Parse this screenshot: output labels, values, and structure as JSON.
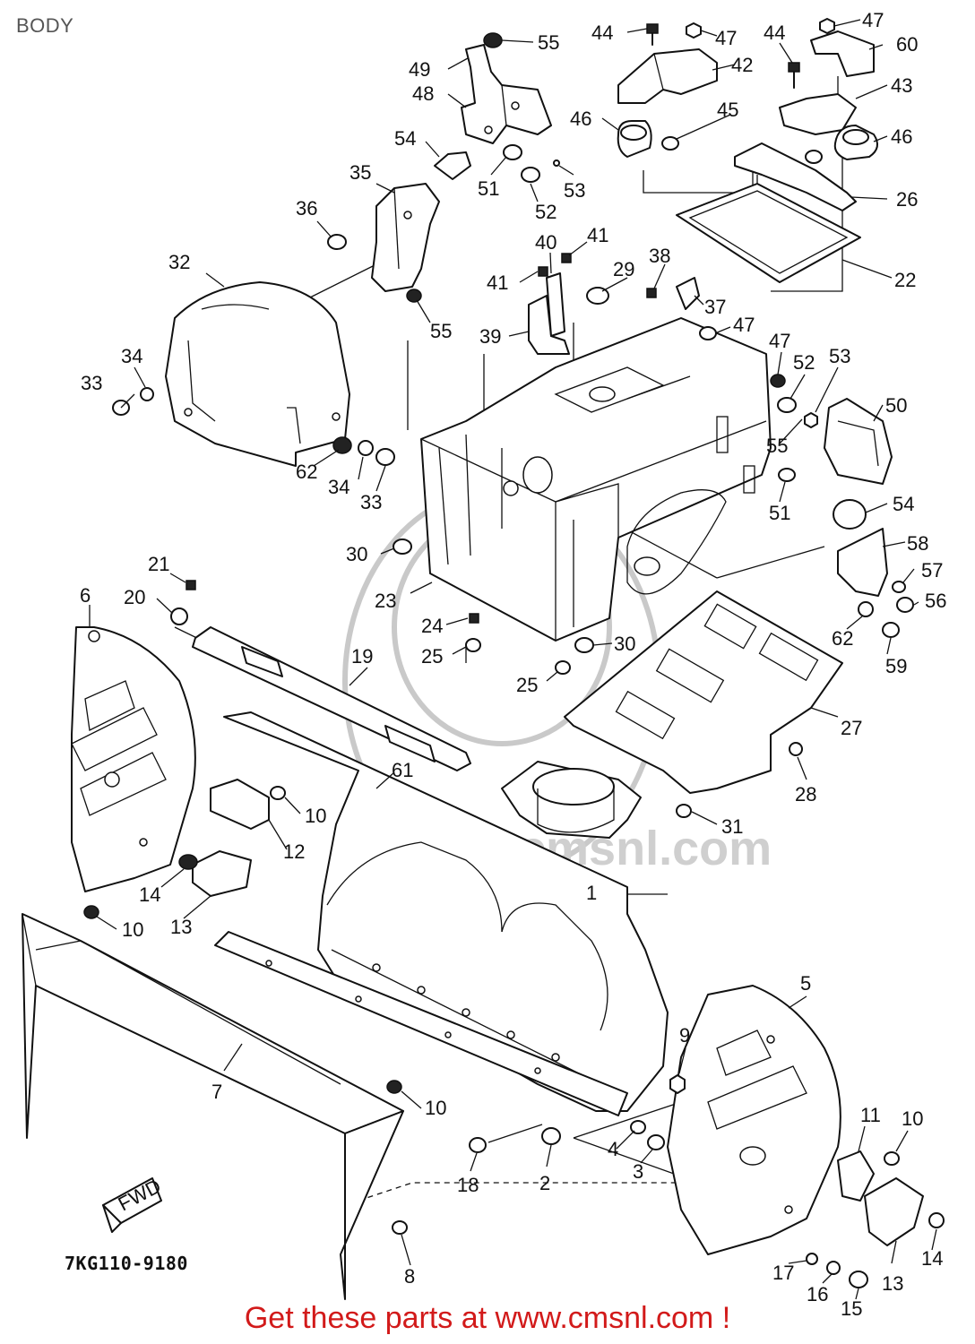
{
  "header": {
    "title": "BODY"
  },
  "footer": {
    "text": "Get these parts at www.cmsnl.com !"
  },
  "diagram_code": "7KG110-9180",
  "fwd_label": "FWD",
  "watermark": {
    "text": "www.cmsnl.com"
  },
  "callouts": [
    {
      "id": "1",
      "label": "1"
    },
    {
      "id": "2",
      "label": "2"
    },
    {
      "id": "3",
      "label": "3"
    },
    {
      "id": "4",
      "label": "4"
    },
    {
      "id": "5",
      "label": "5"
    },
    {
      "id": "6",
      "label": "6"
    },
    {
      "id": "7",
      "label": "7"
    },
    {
      "id": "8",
      "label": "8"
    },
    {
      "id": "9",
      "label": "9"
    },
    {
      "id": "10a",
      "label": "10"
    },
    {
      "id": "10b",
      "label": "10"
    },
    {
      "id": "10c",
      "label": "10"
    },
    {
      "id": "10d",
      "label": "10"
    },
    {
      "id": "11",
      "label": "11"
    },
    {
      "id": "12",
      "label": "12"
    },
    {
      "id": "13a",
      "label": "13"
    },
    {
      "id": "13b",
      "label": "13"
    },
    {
      "id": "14a",
      "label": "14"
    },
    {
      "id": "14b",
      "label": "14"
    },
    {
      "id": "15",
      "label": "15"
    },
    {
      "id": "16",
      "label": "16"
    },
    {
      "id": "17",
      "label": "17"
    },
    {
      "id": "18",
      "label": "18"
    },
    {
      "id": "19",
      "label": "19"
    },
    {
      "id": "20",
      "label": "20"
    },
    {
      "id": "21",
      "label": "21"
    },
    {
      "id": "22",
      "label": "22"
    },
    {
      "id": "23",
      "label": "23"
    },
    {
      "id": "24",
      "label": "24"
    },
    {
      "id": "25a",
      "label": "25"
    },
    {
      "id": "25b",
      "label": "25"
    },
    {
      "id": "26",
      "label": "26"
    },
    {
      "id": "27",
      "label": "27"
    },
    {
      "id": "28",
      "label": "28"
    },
    {
      "id": "29",
      "label": "29"
    },
    {
      "id": "30a",
      "label": "30"
    },
    {
      "id": "30b",
      "label": "30"
    },
    {
      "id": "31",
      "label": "31"
    },
    {
      "id": "32",
      "label": "32"
    },
    {
      "id": "33a",
      "label": "33"
    },
    {
      "id": "33b",
      "label": "33"
    },
    {
      "id": "34a",
      "label": "34"
    },
    {
      "id": "34b",
      "label": "34"
    },
    {
      "id": "35",
      "label": "35"
    },
    {
      "id": "36",
      "label": "36"
    },
    {
      "id": "37",
      "label": "37"
    },
    {
      "id": "38",
      "label": "38"
    },
    {
      "id": "39",
      "label": "39"
    },
    {
      "id": "40",
      "label": "40"
    },
    {
      "id": "41a",
      "label": "41"
    },
    {
      "id": "41b",
      "label": "41"
    },
    {
      "id": "42",
      "label": "42"
    },
    {
      "id": "43",
      "label": "43"
    },
    {
      "id": "44a",
      "label": "44"
    },
    {
      "id": "44b",
      "label": "44"
    },
    {
      "id": "45",
      "label": "45"
    },
    {
      "id": "46a",
      "label": "46"
    },
    {
      "id": "46b",
      "label": "46"
    },
    {
      "id": "47a",
      "label": "47"
    },
    {
      "id": "47b",
      "label": "47"
    },
    {
      "id": "47c",
      "label": "47"
    },
    {
      "id": "47d",
      "label": "47"
    },
    {
      "id": "48",
      "label": "48"
    },
    {
      "id": "49",
      "label": "49"
    },
    {
      "id": "50",
      "label": "50"
    },
    {
      "id": "51a",
      "label": "51"
    },
    {
      "id": "51b",
      "label": "51"
    },
    {
      "id": "52a",
      "label": "52"
    },
    {
      "id": "52b",
      "label": "52"
    },
    {
      "id": "53a",
      "label": "53"
    },
    {
      "id": "53b",
      "label": "53"
    },
    {
      "id": "54a",
      "label": "54"
    },
    {
      "id": "54b",
      "label": "54"
    },
    {
      "id": "55a",
      "label": "55"
    },
    {
      "id": "55b",
      "label": "55"
    },
    {
      "id": "55c",
      "label": "55"
    },
    {
      "id": "56",
      "label": "56"
    },
    {
      "id": "57",
      "label": "57"
    },
    {
      "id": "58",
      "label": "58"
    },
    {
      "id": "59",
      "label": "59"
    },
    {
      "id": "60",
      "label": "60"
    },
    {
      "id": "61",
      "label": "61"
    },
    {
      "id": "62a",
      "label": "62"
    },
    {
      "id": "62b",
      "label": "62"
    }
  ]
}
